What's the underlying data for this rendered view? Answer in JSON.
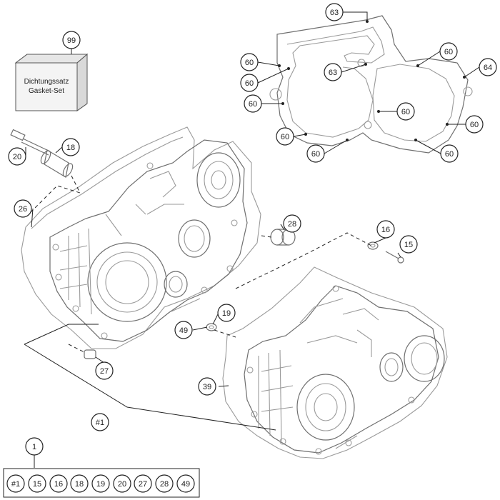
{
  "gasket_set_box": {
    "line1": "Dichtungssatz",
    "line2": "Gasket-Set"
  },
  "callouts": {
    "c99": "99",
    "c63a": "63",
    "c63b": "63",
    "c64": "64",
    "c60_1": "60",
    "c60_2": "60",
    "c60_3": "60",
    "c60_4": "60",
    "c60_5": "60",
    "c60_6": "60",
    "c60_7": "60",
    "c60_8": "60",
    "c60_9": "60",
    "c20": "20",
    "c18": "18",
    "c26": "26",
    "c28": "28",
    "c16": "16",
    "c15": "15",
    "c19": "19",
    "c49": "49",
    "c27": "27",
    "c39": "39",
    "c_hash1": "#1",
    "c1": "1"
  },
  "kit_row": [
    "#1",
    "15",
    "16",
    "18",
    "19",
    "20",
    "27",
    "28",
    "49"
  ]
}
